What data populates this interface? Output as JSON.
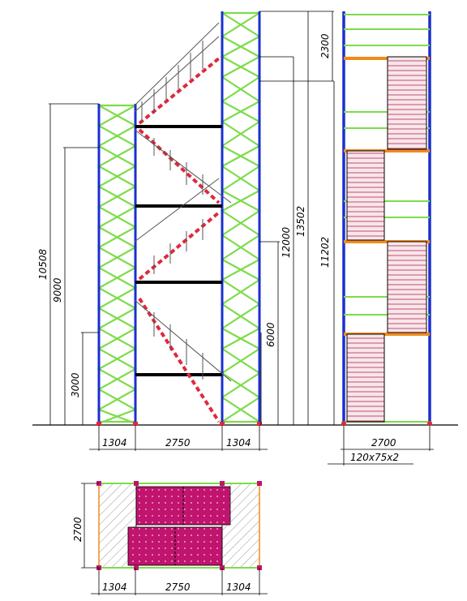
{
  "drawing": {
    "elevation_dims": {
      "h_10508": "10508",
      "h_9000": "9000",
      "h_3000": "3000",
      "h_6000": "6000",
      "h_12000": "12000",
      "h_13502": "13502",
      "h_11202": "11202",
      "h_2300": "2300"
    },
    "bottom_dims": {
      "w_1304_left": "1304",
      "w_2750": "2750",
      "w_1304_right": "1304",
      "w_2700": "2700",
      "profile": "120x75x2"
    },
    "plan_dims": {
      "depth_2700": "2700",
      "w_1304_left": "1304",
      "w_2750": "2750",
      "w_1304_right": "1304"
    },
    "colors": {
      "post": "#1a2fd0",
      "brace": "#7ddc4a",
      "beam": "#000000",
      "stair_tread": "#e0283c",
      "ledger_orange": "#f08a1e",
      "deck_magenta": "#c0146e"
    }
  }
}
